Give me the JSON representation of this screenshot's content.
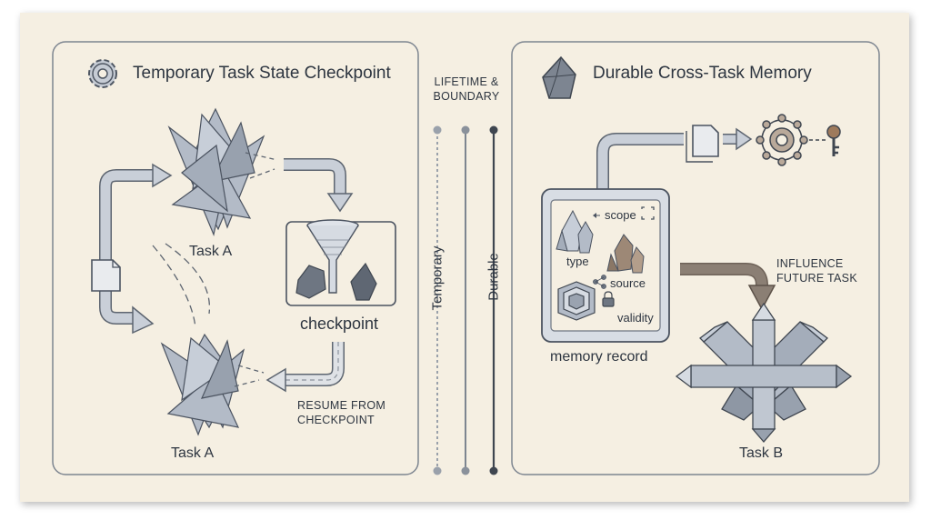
{
  "left_panel": {
    "title": "Temporary Task State Checkpoint",
    "task_top": "Task A",
    "checkpoint_label": "checkpoint",
    "resume_label": "RESUME FROM\nCHECKPOINT",
    "task_bottom": "Task A"
  },
  "center": {
    "header": "LIFETIME &\nBOUNDARY",
    "temporary": "Temporary",
    "durable": "Durable"
  },
  "right_panel": {
    "title": "Durable Cross-Task Memory",
    "fields": {
      "scope": "scope",
      "type": "type",
      "source": "source",
      "validity": "validity"
    },
    "record_label": "memory record",
    "influence_label": "INFLUENCE\nFUTURE TASK",
    "task_label": "Task B"
  },
  "colors": {
    "background": "#f5efe2",
    "ink": "#2d3540",
    "arrow_gray": "#c9cfd8",
    "arrow_brown": "#8b7f74",
    "crystal": "#a9b1bd"
  }
}
